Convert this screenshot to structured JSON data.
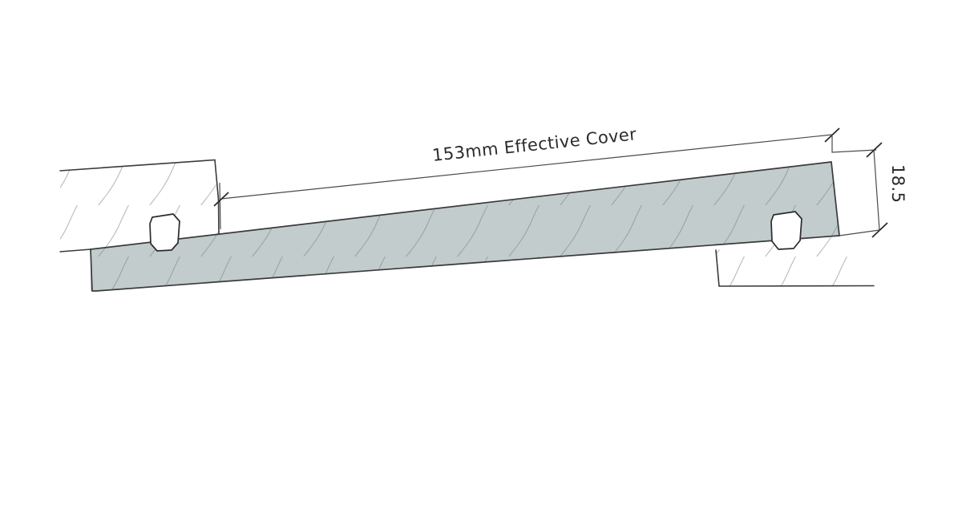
{
  "drawing": {
    "title": "Roof tile overlap cross-section detail",
    "background_color": "#ffffff",
    "dimensions": {
      "horizontal": {
        "label": "153mm Effective Cover",
        "value": "153",
        "unit": "mm",
        "description": "Effective Cover",
        "orientation": "horizontal-sloped",
        "text_rotation_deg": -6
      },
      "vertical": {
        "label": "18.5",
        "value": "18.5",
        "unit": "",
        "orientation": "vertical",
        "text_rotation_deg": 90
      }
    },
    "parts": [
      {
        "name": "upper-tile-left",
        "fill": "#ffffff",
        "hatch": "diagonal-wavy",
        "stroke": "#3a3a3a"
      },
      {
        "name": "interlocking-tile-center",
        "fill": "#c2cccd",
        "hatch": "diagonal-wavy",
        "stroke": "#3a3a3a"
      },
      {
        "name": "lower-tile-right",
        "fill": "#ffffff",
        "hatch": "diagonal-wavy",
        "stroke": "#3a3a3a"
      },
      {
        "name": "fixing-nail-left",
        "fill": "#ffffff",
        "stroke": "#2b2b2b"
      },
      {
        "name": "fixing-nail-right",
        "fill": "#ffffff",
        "stroke": "#2b2b2b"
      }
    ],
    "colors": {
      "tile_gray": "#c2cccd",
      "outline": "#3a3a3a",
      "hatch_line": "#aab0b2",
      "dimension_line": "#4a4a4a",
      "text": "#2b2b2b",
      "white": "#ffffff"
    }
  }
}
